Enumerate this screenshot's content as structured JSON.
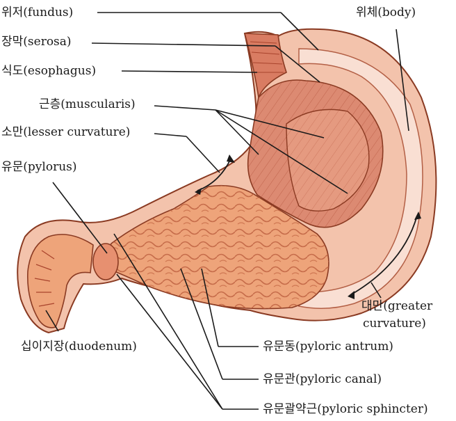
{
  "labels": {
    "fundus": "위저(fundus)",
    "serosa": "장막(serosa)",
    "esophagus": "식도(esophagus)",
    "muscularis": "근층(muscularis)",
    "lesser_curvature": "소만(lesser curvature)",
    "pylorus": "유문(pylorus)",
    "body": "위체(body)",
    "greater_curvature_1": "대만(greater",
    "greater_curvature_2": "curvature)",
    "duodenum": "십이지장(duodenum)",
    "pyloric_antrum": "유문동(pyloric antrum)",
    "pyloric_canal": "유문관(pyloric canal)",
    "pyloric_sphincter": "유문괄약근(pyloric sphincter)"
  },
  "colors": {
    "mucosa": "#eea47a",
    "muscle": "#dc8a72",
    "serosa": "#f7d6c8",
    "outline": "#8a3a22",
    "leader": "#1a1a1a"
  }
}
